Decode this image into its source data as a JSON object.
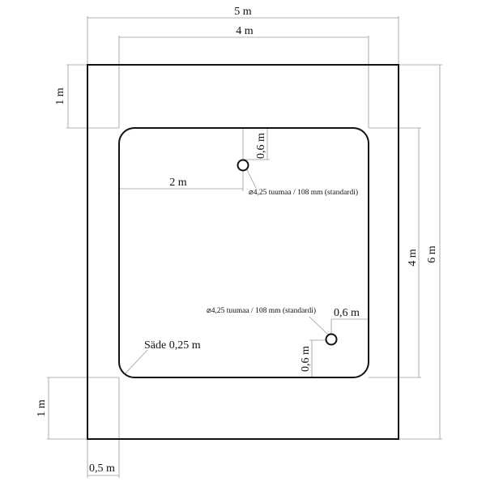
{
  "dimensions": {
    "outer_width": "5 m",
    "inner_width": "4 m",
    "top_margin": "1 m",
    "bottom_margin": "1 m",
    "side_margin": "0,5 m",
    "inner_height": "4 m",
    "outer_height": "6 m",
    "hole1_to_edge": "2 m",
    "hole1_from_top": "0,6 m",
    "hole2_from_right": "0,6 m",
    "hole2_from_bottom": "0,6 m",
    "corner_radius": "Säde 0,25 m"
  },
  "holes": {
    "hole1_label": "⌀4,25 tuumaa / 108 mm (standardi)",
    "hole2_label": "⌀4,25 tuumaa / 108 mm (standardi)"
  }
}
